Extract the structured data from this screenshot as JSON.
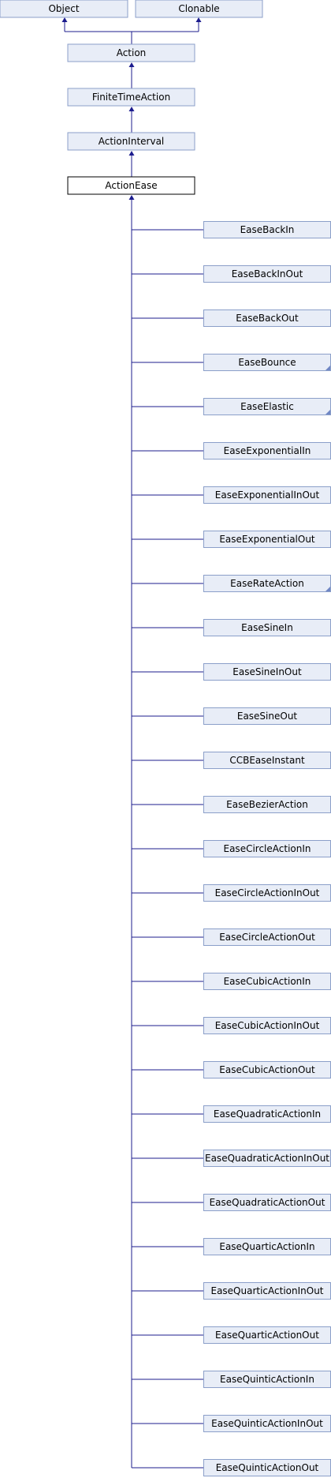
{
  "diagram": {
    "type": "class-inheritance-graph",
    "colors": {
      "node_fill": "#e8edf7",
      "node_border": "#8b9fc9",
      "current_node_fill": "#ffffff",
      "current_node_border": "#000000",
      "edge": "#1c1c8e"
    },
    "bases": {
      "object": "Object",
      "clonable": "Clonable"
    },
    "chain": {
      "action": "Action",
      "finite_time_action": "FiniteTimeAction",
      "action_interval": "ActionInterval",
      "action_ease": "ActionEase"
    },
    "subclasses": [
      {
        "label": "EaseBackIn",
        "has_children": false
      },
      {
        "label": "EaseBackInOut",
        "has_children": false
      },
      {
        "label": "EaseBackOut",
        "has_children": false
      },
      {
        "label": "EaseBounce",
        "has_children": true
      },
      {
        "label": "EaseElastic",
        "has_children": true
      },
      {
        "label": "EaseExponentialIn",
        "has_children": false
      },
      {
        "label": "EaseExponentialInOut",
        "has_children": false
      },
      {
        "label": "EaseExponentialOut",
        "has_children": false
      },
      {
        "label": "EaseRateAction",
        "has_children": true
      },
      {
        "label": "EaseSineIn",
        "has_children": false
      },
      {
        "label": "EaseSineInOut",
        "has_children": false
      },
      {
        "label": "EaseSineOut",
        "has_children": false
      },
      {
        "label": "CCBEaseInstant",
        "has_children": false
      },
      {
        "label": "EaseBezierAction",
        "has_children": false
      },
      {
        "label": "EaseCircleActionIn",
        "has_children": false
      },
      {
        "label": "EaseCircleActionInOut",
        "has_children": false
      },
      {
        "label": "EaseCircleActionOut",
        "has_children": false
      },
      {
        "label": "EaseCubicActionIn",
        "has_children": false
      },
      {
        "label": "EaseCubicActionInOut",
        "has_children": false
      },
      {
        "label": "EaseCubicActionOut",
        "has_children": false
      },
      {
        "label": "EaseQuadraticActionIn",
        "has_children": false
      },
      {
        "label": "EaseQuadraticActionInOut",
        "has_children": false
      },
      {
        "label": "EaseQuadraticActionOut",
        "has_children": false
      },
      {
        "label": "EaseQuarticActionIn",
        "has_children": false
      },
      {
        "label": "EaseQuarticActionInOut",
        "has_children": false
      },
      {
        "label": "EaseQuarticActionOut",
        "has_children": false
      },
      {
        "label": "EaseQuinticActionIn",
        "has_children": false
      },
      {
        "label": "EaseQuinticActionInOut",
        "has_children": false
      },
      {
        "label": "EaseQuinticActionOut",
        "has_children": false
      }
    ]
  }
}
